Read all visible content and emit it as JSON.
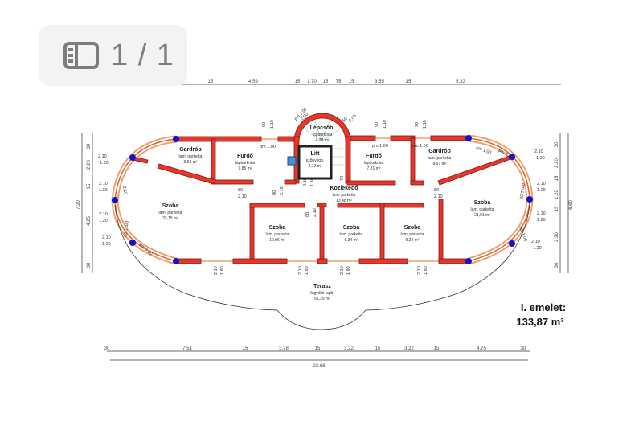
{
  "viewer": {
    "page_indicator": "1 / 1",
    "icon": "sidebar-pages-icon"
  },
  "plan": {
    "floor_title": "I. emelet:",
    "floor_area": "133,87 m²",
    "rooms": [
      {
        "name": "Gardrób",
        "finish": "lam. parketta",
        "area": "5,98 m²"
      },
      {
        "name": "Fürdő",
        "finish": "lapburkolat",
        "area": "9,85 m²"
      },
      {
        "name": "Lépcsőh.",
        "finish": "lapburkolat",
        "area": "4,28 m²"
      },
      {
        "name": "Lift",
        "finish": "szőnyegp.",
        "area": "2,72 m²"
      },
      {
        "name": "Fürdő",
        "finish": "lapburkolat",
        "area": "7,81 m²"
      },
      {
        "name": "Gardrób",
        "finish": "lam. parketta",
        "area": "8,67 m²"
      },
      {
        "name": "Közlekedő",
        "finish": "lam. parketta",
        "area": "13,48 m²"
      },
      {
        "name": "Szoba",
        "finish": "lam. parketta",
        "area": "33,15 m²"
      },
      {
        "name": "Szoba",
        "finish": "lam. parketta",
        "area": "10,96 m²"
      },
      {
        "name": "Szoba",
        "finish": "lam. parketta",
        "area": "9,34 m²"
      },
      {
        "name": "Szoba",
        "finish": "lam. parketta",
        "area": "9,34 m²"
      },
      {
        "name": "Szoba",
        "finish": "lam. parketta",
        "area": "21,01 m²"
      },
      {
        "name": "Terasz",
        "finish": "fagyálló lapb.",
        "area": "51,29 m²"
      }
    ],
    "top_dims": [
      "15",
      "4.59",
      "15",
      "1.70",
      "15",
      "75",
      "15",
      "3.55",
      "15",
      "5.33"
    ],
    "bottom_dims": [
      "30",
      "7.51",
      "15",
      "3.78",
      "15",
      "3.22",
      "15",
      "3.22",
      "15",
      "4.75",
      "30"
    ],
    "bottom_total": "23.68",
    "left_dims": [
      "30",
      "2.20",
      "15",
      "4.25",
      "30"
    ],
    "left_total": "7.20",
    "right_dims": [
      "30",
      "2.20",
      "15",
      "1.20",
      "15",
      "2.90",
      "30"
    ],
    "right_total": "6.60",
    "openings": [
      "90",
      "1.10",
      "pm 1.00",
      "90",
      "1.10",
      "pm 1.00",
      "90",
      "1.10",
      "pm 1.00",
      "80",
      "2.10",
      "80",
      "2.10",
      "80",
      "2.10",
      "80",
      "2.10",
      "70",
      "2.10",
      "1.10",
      "2.10",
      "1.80",
      "2.10",
      "1.80",
      "2.10",
      "1.80",
      "2.10",
      "1.80",
      "2.10",
      "1.20",
      "2.10",
      "1.20",
      "2.10",
      "1.20",
      "2.10",
      "1.20",
      "2.10",
      "1.20",
      "2.10",
      "1.20",
      "2.10",
      "1.20",
      "2.10",
      "1.20",
      "2.10",
      "pm 1.00",
      "pm 1.00",
      "pm 1.00",
      "pm 1.55",
      "pm 1.55",
      "pm 1.00",
      "pm 1.00",
      "2.00",
      "50",
      "2.00",
      "50"
    ]
  }
}
